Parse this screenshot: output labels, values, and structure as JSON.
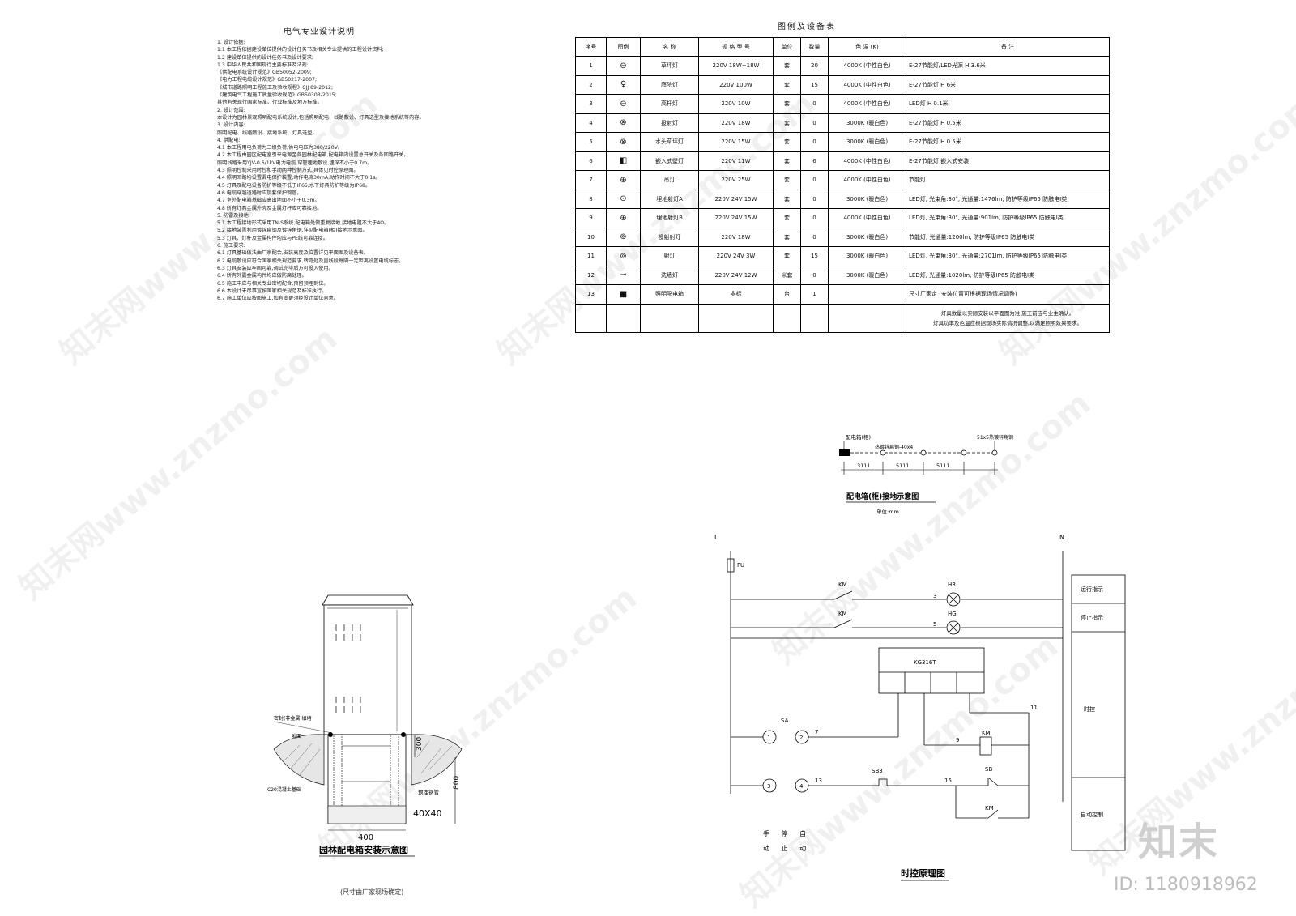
{
  "notes": {
    "title": "电气专业设计说明",
    "lines": [
      "1. 设计依据:",
      "1.1 本工程依据建设单位提供的设计任务书及相关专业提供的工程设计资料;",
      "1.2 建设单位提供的设计任务书及设计要求;",
      "1.3 中华人民共和国现行主要标准及法规:",
      "《供配电系统设计规范》GB50052-2009;",
      "《电力工程电缆设计规范》GB50217-2007;",
      "《城市道路照明工程施工及验收规程》CJJ 89-2012;",
      "《建筑电气工程施工质量验收规范》GB50303-2015;",
      "其他有关现行国家标准、行业标准及地方标准。",
      "2. 设计范围:",
      "本设计为园林景观照明配电系统设计,包括照明配电、线路敷设、灯具选型及接地系统等内容。",
      "3. 设计内容:",
      "照明配电、线路敷设、接地系统、灯具选型。",
      "4. 供配电:",
      "4.1 本工程用电负荷为三级负荷,供电电压为380/220V。",
      "4.2 本工程由园区配电室引来电源至各园林配电箱,配电箱内设置总开关及各回路开关。",
      "照明线路采用YJV-0.6/1kV电力电缆,穿管埋地敷设,埋深不小于0.7m。",
      "4.3 照明控制采用时控和手动两种控制方式,具体见时控原理图。",
      "4.4 照明回路均设置漏电保护装置,动作电流30mA,动作时间不大于0.1s。",
      "4.5 灯具及配电设备防护等级不低于IP65,水下灯具防护等级为IP68。",
      "4.6 电缆穿越道路时应加套保护钢管。",
      "4.7 室外配电箱基础应高出地面不小于0.3m。",
      "4.8 所有灯具金属外壳及金属灯杆应可靠接地。",
      "5. 防雷及接地:",
      "5.1 本工程接地形式采用TN-S系统,配电箱处做重复接地,接地电阻不大于4Ω。",
      "5.2 接地装置利用镀锌扁钢及镀锌角钢,详见配电箱(柜)接地示意图。",
      "5.3 灯具、灯杆及金属构件均应与PE线可靠连接。",
      "6. 施工要求:",
      "6.1 灯具基础做法由厂家配合,安装高度及位置详见平面图及设备表。",
      "6.2 电缆敷设应符合国家相关规范要求,转弯处及直线段每隔一定距离设置电缆标志。",
      "6.3 灯具安装应牢固可靠,调试完毕后方可投入使用。",
      "6.4 所有外露金属构件均应做防腐处理。",
      "6.5 施工中应与相关专业密切配合,预留预埋到位。",
      "6.6 本设计未尽事宜按国家相关规范及标准执行。",
      "6.7 施工单位应按图施工,如有变更须经设计单位同意。"
    ]
  },
  "equipment_table": {
    "title": "图例及设备表",
    "headers": [
      "序号",
      "图例",
      "名 称",
      "规 格 型 号",
      "单位",
      "数量",
      "色 温 (K)",
      "备 注"
    ],
    "rows": [
      {
        "no": "1",
        "sym": "⊖",
        "name": "草坪灯",
        "spec": "220V 18W+18W",
        "unit": "套",
        "qty": "20",
        "cct": "4000K (中性白色)",
        "remark": "E-27节能灯/LED光源 H 3.6米"
      },
      {
        "no": "2",
        "sym": "♀",
        "name": "庭院灯",
        "spec": "220V 100W",
        "unit": "套",
        "qty": "15",
        "cct": "4000K (中性白色)",
        "remark": "E-27节能灯 H 6米"
      },
      {
        "no": "3",
        "sym": "⊖",
        "name": "高杆灯",
        "spec": "220V 10W",
        "unit": "套",
        "qty": "0",
        "cct": "4000K (中性白色)",
        "remark": "LED灯 H 0.1米"
      },
      {
        "no": "4",
        "sym": "⊗",
        "name": "投射灯",
        "spec": "220V 18W",
        "unit": "套",
        "qty": "0",
        "cct": "3000K (暖白色)",
        "remark": "E-27节能灯 H 0.5米"
      },
      {
        "no": "5",
        "sym": "⊗",
        "name": "水头草坪灯",
        "spec": "220V 15W",
        "unit": "套",
        "qty": "0",
        "cct": "3000K (暖白色)",
        "remark": "E-27节能灯 H 0.5米"
      },
      {
        "no": "6",
        "sym": "◧",
        "name": "嵌入式壁灯",
        "spec": "220V 11W",
        "unit": "套",
        "qty": "6",
        "cct": "4000K (中性白色)",
        "remark": "E-27节能灯 嵌入式安装"
      },
      {
        "no": "7",
        "sym": "⊕",
        "name": "吊灯",
        "spec": "220V 25W",
        "unit": "套",
        "qty": "0",
        "cct": "4000K (中性白色)",
        "remark": "节能灯"
      },
      {
        "no": "8",
        "sym": "⊙",
        "name": "埋地射灯A",
        "spec": "220V 24V 15W",
        "unit": "套",
        "qty": "0",
        "cct": "3000K (暖白色)",
        "remark": "LED灯, 光束角:30°, 光通量:1476lm, 防护等级IP65 防触电I类"
      },
      {
        "no": "9",
        "sym": "⊕",
        "name": "埋地射灯B",
        "spec": "220V 24V 15W",
        "unit": "套",
        "qty": "0",
        "cct": "4000K (中性白色)",
        "remark": "LED灯, 光束角:30°, 光通量:901lm, 防护等级IP65 防触电I类"
      },
      {
        "no": "10",
        "sym": "⊚",
        "name": "投射射灯",
        "spec": "220V 18W",
        "unit": "套",
        "qty": "0",
        "cct": "3000K (暖白色)",
        "remark": "节能灯, 光通量:1200lm, 防护等级IP65 防触电I类"
      },
      {
        "no": "11",
        "sym": "⊚",
        "name": "射灯",
        "spec": "220V 24V 3W",
        "unit": "套",
        "qty": "15",
        "cct": "3000K (暖白色)",
        "remark": "LED灯, 光束角:30°, 光通量:2701lm, 防护等级IP65 防触电I类"
      },
      {
        "no": "12",
        "sym": "⊸",
        "name": "洗墙灯",
        "spec": "220V 24V 12W",
        "unit": "米套",
        "qty": "0",
        "cct": "3000K (暖白色)",
        "remark": "LED灯, 光通量:1020lm, 防护等级IP65 防触电I类"
      },
      {
        "no": "13",
        "sym": "■",
        "name": "照明配电箱",
        "spec": "非标",
        "unit": "台",
        "qty": "1",
        "cct": "",
        "remark": "尺寸厂家定 (安装位置可根据现场情况调整)"
      }
    ],
    "footnote_1": "灯具数量以实际安装以平面图为准,施工前应与业主确认。",
    "footnote_2": "灯具功率及色温应根据现场实际情况调整,以满足照明效果要求。"
  },
  "grounding": {
    "title": "配电箱(柜)接地示意图",
    "unit": "单位:mm",
    "label_box": "配电箱(柜)",
    "label_flat": "热镀锌扁钢-40x4",
    "label_angle": "51x5热镀锌角钢",
    "dims": [
      "3111",
      "5111",
      "5111"
    ]
  },
  "cabinet": {
    "title": "园林配电箱安装示意图",
    "subtitle": "(尺寸由厂家现场确定)",
    "label_top": "密封(非金属)填堵",
    "label_ground": "地面",
    "label_conc": "C20混凝土基础",
    "label_pipe": "预埋钢管",
    "dim_300": "300",
    "dim_800": "800",
    "dim_400": "400",
    "dim_4040": "40X40"
  },
  "circuit": {
    "title": "时控原理图",
    "L": "L",
    "N": "N",
    "FU": "FU",
    "KM1": "KM",
    "KM2": "KM",
    "HR": "HR",
    "HG": "HG",
    "n3": "3",
    "n5": "5",
    "timer": "KG316T",
    "t1": "1",
    "t2": "2",
    "t3": "3",
    "t4": "4",
    "n7": "7",
    "n9": "9",
    "n11": "11",
    "n13": "13",
    "n15": "15",
    "SA": "SA",
    "SB": "SB3",
    "SB2": "SB",
    "KMc": "KM",
    "coil": "KM",
    "bottom": "手 停 自",
    "bottom2": "动 止 动",
    "side_labels": [
      "运行指示",
      "停止指示",
      "时控",
      "自动控制"
    ]
  },
  "watermark": {
    "site": "知末网www.znzmo.com",
    "brand": "知末",
    "id": "ID: 1180918962"
  }
}
